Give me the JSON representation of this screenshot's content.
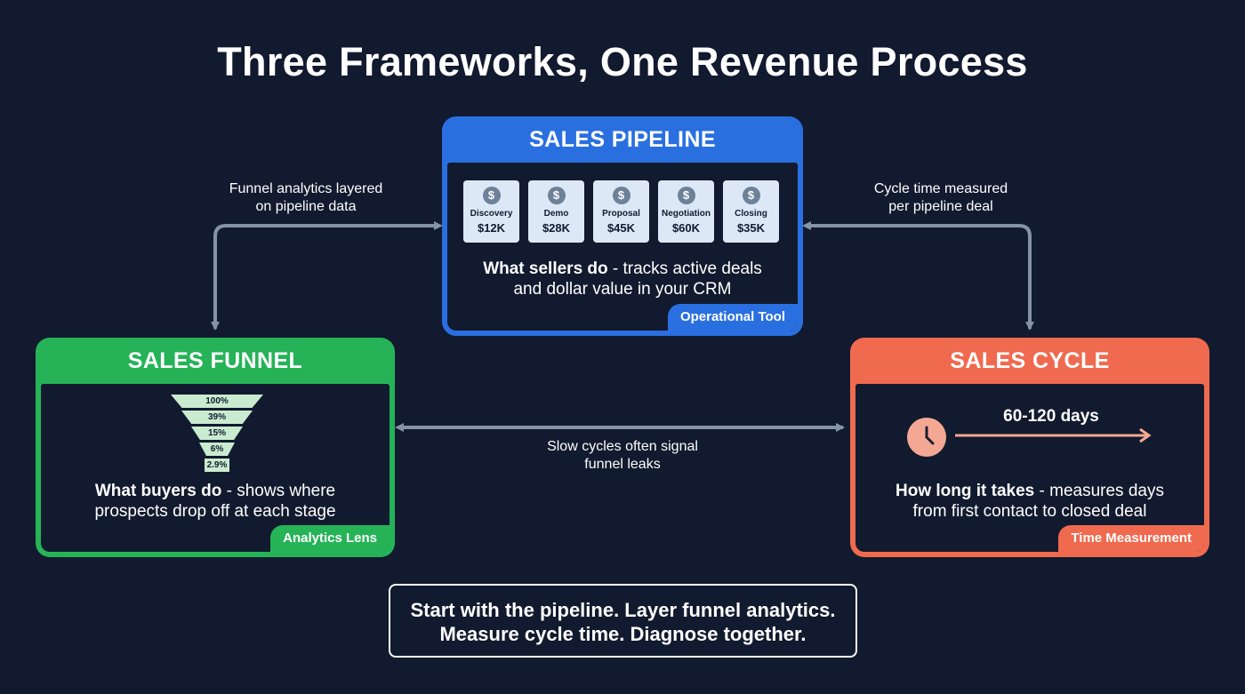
{
  "title": "Three Frameworks, One Revenue Process",
  "pipeline": {
    "header": "SALES PIPELINE",
    "stages": [
      {
        "name": "Discovery",
        "value": "$12K",
        "icon": "dollar-icon"
      },
      {
        "name": "Demo",
        "value": "$28K",
        "icon": "dollar-icon"
      },
      {
        "name": "Proposal",
        "value": "$45K",
        "icon": "dollar-icon"
      },
      {
        "name": "Negotiation",
        "value": "$60K",
        "icon": "dollar-icon"
      },
      {
        "name": "Closing",
        "value": "$35K",
        "icon": "dollar-icon"
      }
    ],
    "desc_bold": "What sellers do",
    "desc_rest": " - tracks active deals",
    "desc_line2": "and dollar value in your CRM",
    "badge": "Operational Tool",
    "color": "#2a6fe0"
  },
  "funnel": {
    "header": "SALES FUNNEL",
    "levels": [
      "100%",
      "39%",
      "15%",
      "6%",
      "2.9%"
    ],
    "desc_bold": "What buyers do",
    "desc_rest": " - shows where",
    "desc_line2": "prospects drop off at each stage",
    "badge": "Analytics Lens",
    "color": "#26b358"
  },
  "cycle": {
    "header": "SALES CYCLE",
    "duration": "60-120 days",
    "icon": "clock-icon",
    "desc_bold": "How long it takes",
    "desc_rest": " - measures days",
    "desc_line2": "from first contact to closed deal",
    "badge": "Time Measurement",
    "color": "#ef6a4f"
  },
  "connectors": {
    "pipeline_funnel_line1": "Funnel analytics layered",
    "pipeline_funnel_line2": "on pipeline data",
    "pipeline_cycle_line1": "Cycle time measured",
    "pipeline_cycle_line2": "per pipeline deal",
    "funnel_cycle_line1": "Slow cycles often signal",
    "funnel_cycle_line2": "funnel leaks"
  },
  "summary": {
    "line1": "Start with the pipeline. Layer funnel analytics.",
    "line2": "Measure cycle time. Diagnose together."
  }
}
